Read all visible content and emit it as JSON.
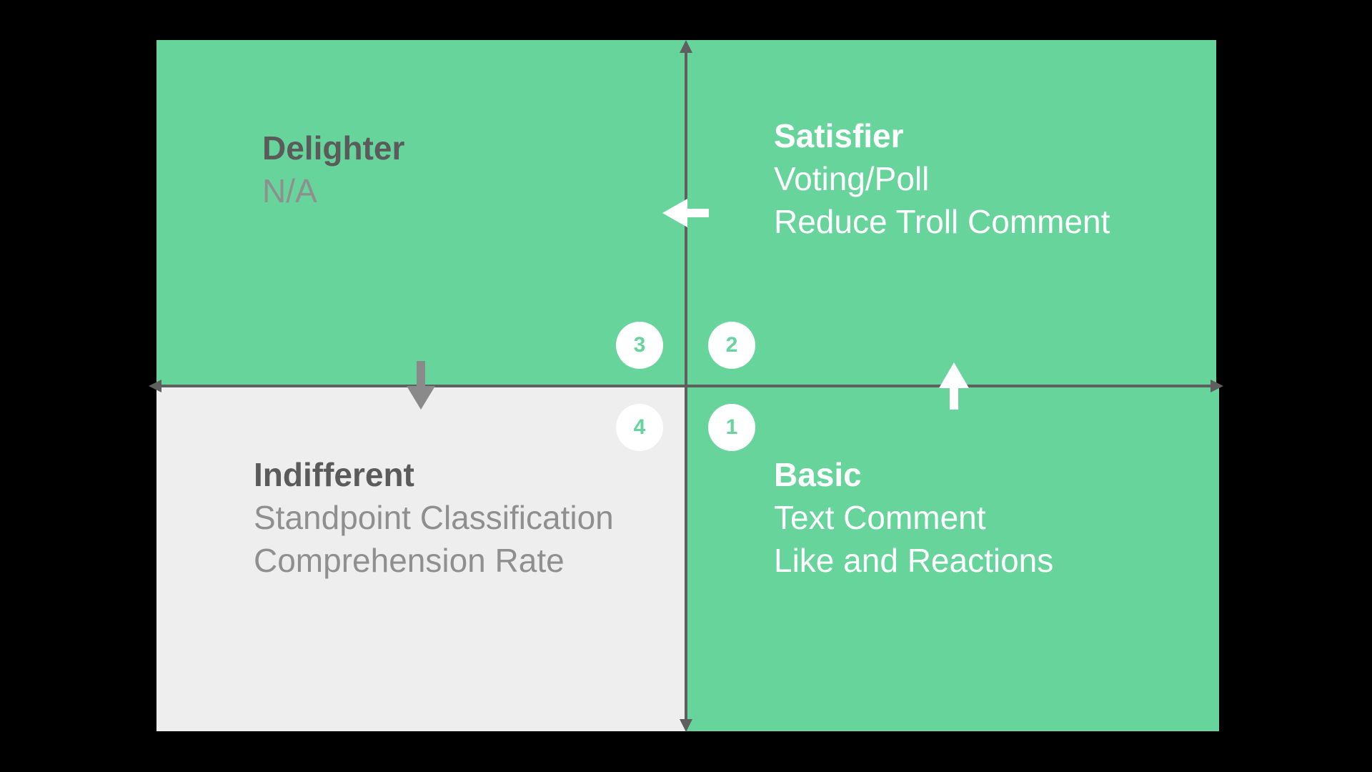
{
  "quadrants": {
    "delighter": {
      "title": "Delighter",
      "items": [
        "N/A"
      ]
    },
    "satisfier": {
      "title": "Satisfier",
      "items": [
        "Voting/Poll",
        "Reduce Troll Comment"
      ]
    },
    "indifferent": {
      "title": "Indifferent",
      "items": [
        "Standpoint Classification",
        "Comprehension Rate"
      ]
    },
    "basic": {
      "title": "Basic",
      "items": [
        "Text Comment",
        "Like and Reactions"
      ]
    }
  },
  "badges": {
    "one": "1",
    "two": "2",
    "three": "3",
    "four": "4"
  },
  "colors": {
    "green": "#66d49b",
    "light_gray": "#efeeee",
    "axis": "#5f5f5f",
    "dark_text": "#5b5b5b",
    "muted_text": "#8f8f8f",
    "background": "#000000"
  }
}
